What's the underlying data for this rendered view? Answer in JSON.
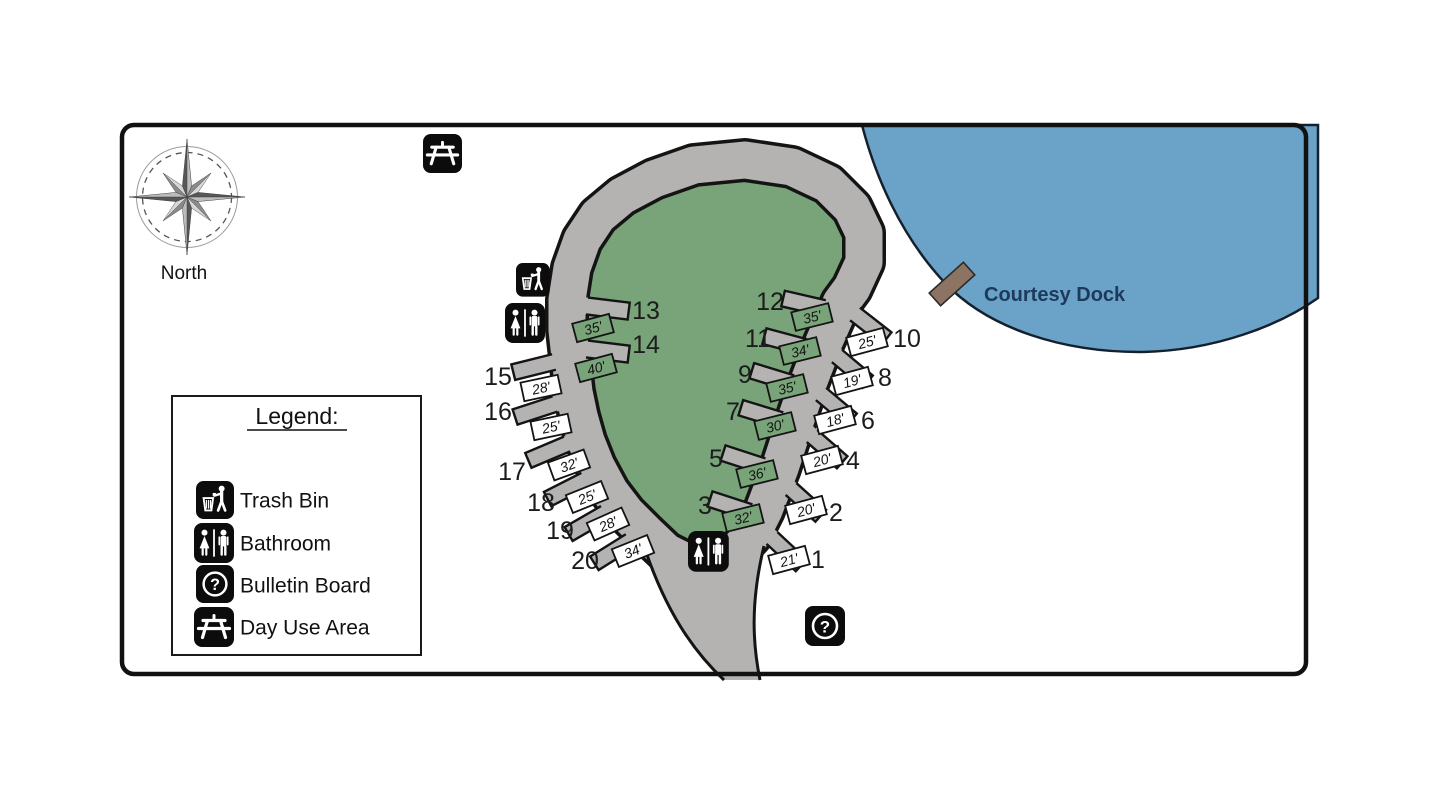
{
  "map": {
    "north_label": "North",
    "courtesy_dock_label": "Courtesy Dock",
    "legend": {
      "title": "Legend:",
      "items": [
        {
          "icon": "trash-icon",
          "label": "Trash Bin"
        },
        {
          "icon": "bathroom-icon",
          "label": "Bathroom"
        },
        {
          "icon": "bulletin-board-icon",
          "label": "Bulletin Board"
        },
        {
          "icon": "day-use-icon",
          "label": "Day Use Area"
        }
      ]
    },
    "sites": [
      {
        "number": "1",
        "length": "21'"
      },
      {
        "number": "2",
        "length": "20'"
      },
      {
        "number": "3",
        "length": "32'"
      },
      {
        "number": "4",
        "length": "20'"
      },
      {
        "number": "5",
        "length": "36'"
      },
      {
        "number": "6",
        "length": "18'"
      },
      {
        "number": "7",
        "length": "30'"
      },
      {
        "number": "8",
        "length": "19'"
      },
      {
        "number": "9",
        "length": "35'"
      },
      {
        "number": "10",
        "length": "25'"
      },
      {
        "number": "11",
        "length": "34'"
      },
      {
        "number": "12",
        "length": "35'"
      },
      {
        "number": "13",
        "length": "35'"
      },
      {
        "number": "14",
        "length": "40'"
      },
      {
        "number": "15",
        "length": "28'"
      },
      {
        "number": "16",
        "length": "25'"
      },
      {
        "number": "17",
        "length": "32'"
      },
      {
        "number": "18",
        "length": "25'"
      },
      {
        "number": "19",
        "length": "28'"
      },
      {
        "number": "20",
        "length": "34'"
      }
    ],
    "colors": {
      "road": "#b5b2b2",
      "infield_green": "#79a479",
      "lake_blue": "#6ba3c8",
      "lake_outline": "#15202e",
      "dock_brown": "#8d7361",
      "outline_black": "#141414"
    }
  }
}
